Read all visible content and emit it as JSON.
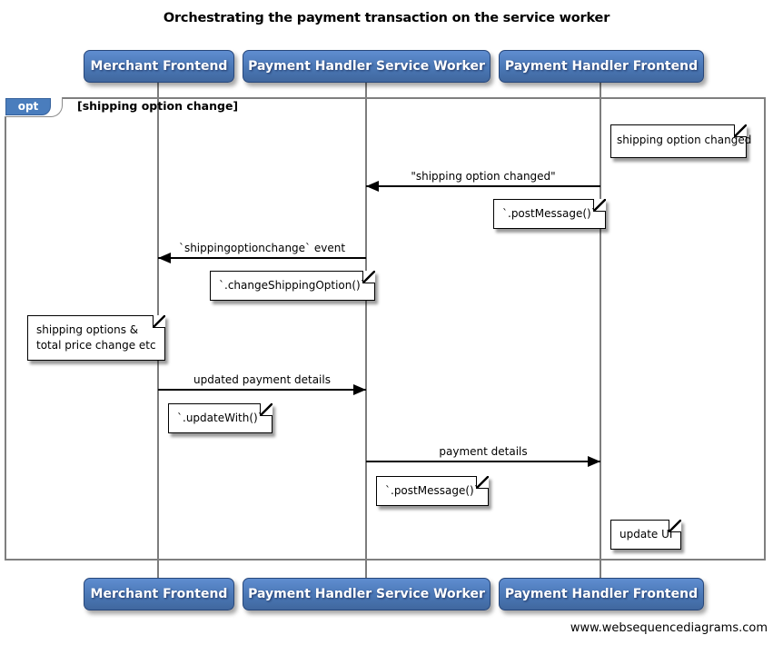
{
  "title": "Orchestrating the payment transaction on the service worker",
  "footer": "www.websequencediagrams.com",
  "colors": {
    "actor_fill_top": "#5f8dd0",
    "actor_fill_bottom": "#40679e",
    "actor_border": "#27477a",
    "actor_text": "#ffffff",
    "frame_border": "#7f7f7f",
    "lifeline": "#7d7d7d",
    "arrow": "#000000",
    "note_bg": "#ffffff",
    "note_border": "#000000"
  },
  "actors": [
    {
      "label": "Merchant Frontend"
    },
    {
      "label": "Payment Handler Service Worker"
    },
    {
      "label": "Payment Handler Frontend"
    }
  ],
  "fragment": {
    "operator": "opt",
    "condition": "[shipping option change]"
  },
  "messages": [
    {
      "label": "\"shipping option changed\"",
      "from": "Payment Handler Frontend",
      "to": "Payment Handler Service Worker",
      "direction": "left"
    },
    {
      "label": "`shippingoptionchange` event",
      "from": "Payment Handler Service Worker",
      "to": "Merchant Frontend",
      "direction": "left"
    },
    {
      "label": "updated payment details",
      "from": "Merchant Frontend",
      "to": "Payment Handler Service Worker",
      "direction": "right"
    },
    {
      "label": "payment details",
      "from": "Payment Handler Service Worker",
      "to": "Payment Handler Frontend",
      "direction": "right"
    }
  ],
  "notes": [
    {
      "text": "shipping option changed",
      "position": "left of Payment Handler Frontend"
    },
    {
      "text": "`.postMessage()`",
      "position": "left of Payment Handler Frontend"
    },
    {
      "text": "`.changeShippingOption()`",
      "position": "right of Merchant Frontend"
    },
    {
      "lines": [
        "shipping options &",
        "total price change etc"
      ],
      "position": "left of Merchant Frontend"
    },
    {
      "text": "`.updateWith()`",
      "position": "right of Merchant Frontend"
    },
    {
      "text": "`.postMessage()`",
      "position": "right of Payment Handler Service Worker"
    },
    {
      "text": "update UI",
      "position": "right of Payment Handler Frontend"
    }
  ]
}
